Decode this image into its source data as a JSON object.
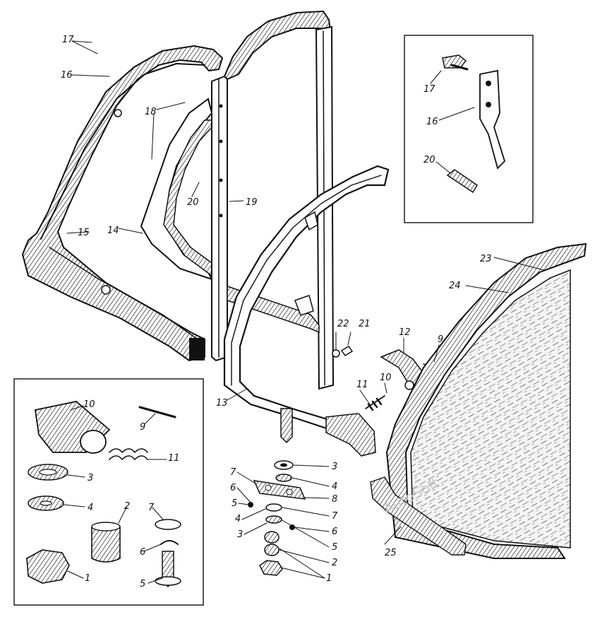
{
  "diagram": {
    "colors": {
      "ink": "#111111",
      "paper": "#ffffff"
    },
    "callouts": {
      "n1": "1",
      "n2": "2",
      "n3": "3",
      "n4": "4",
      "n5": "5",
      "n6": "6",
      "n7": "7",
      "n8": "8",
      "n9": "9",
      "n10": "10",
      "n11": "11",
      "n12": "12",
      "n13": "13",
      "n14": "14",
      "n15": "15",
      "n16": "16",
      "n17": "17",
      "n18": "18",
      "n19": "19",
      "n20": "20",
      "n21": "21",
      "n22": "22",
      "n23": "23",
      "n24": "24",
      "n25": "25"
    },
    "watermark": "AutoSoft"
  }
}
